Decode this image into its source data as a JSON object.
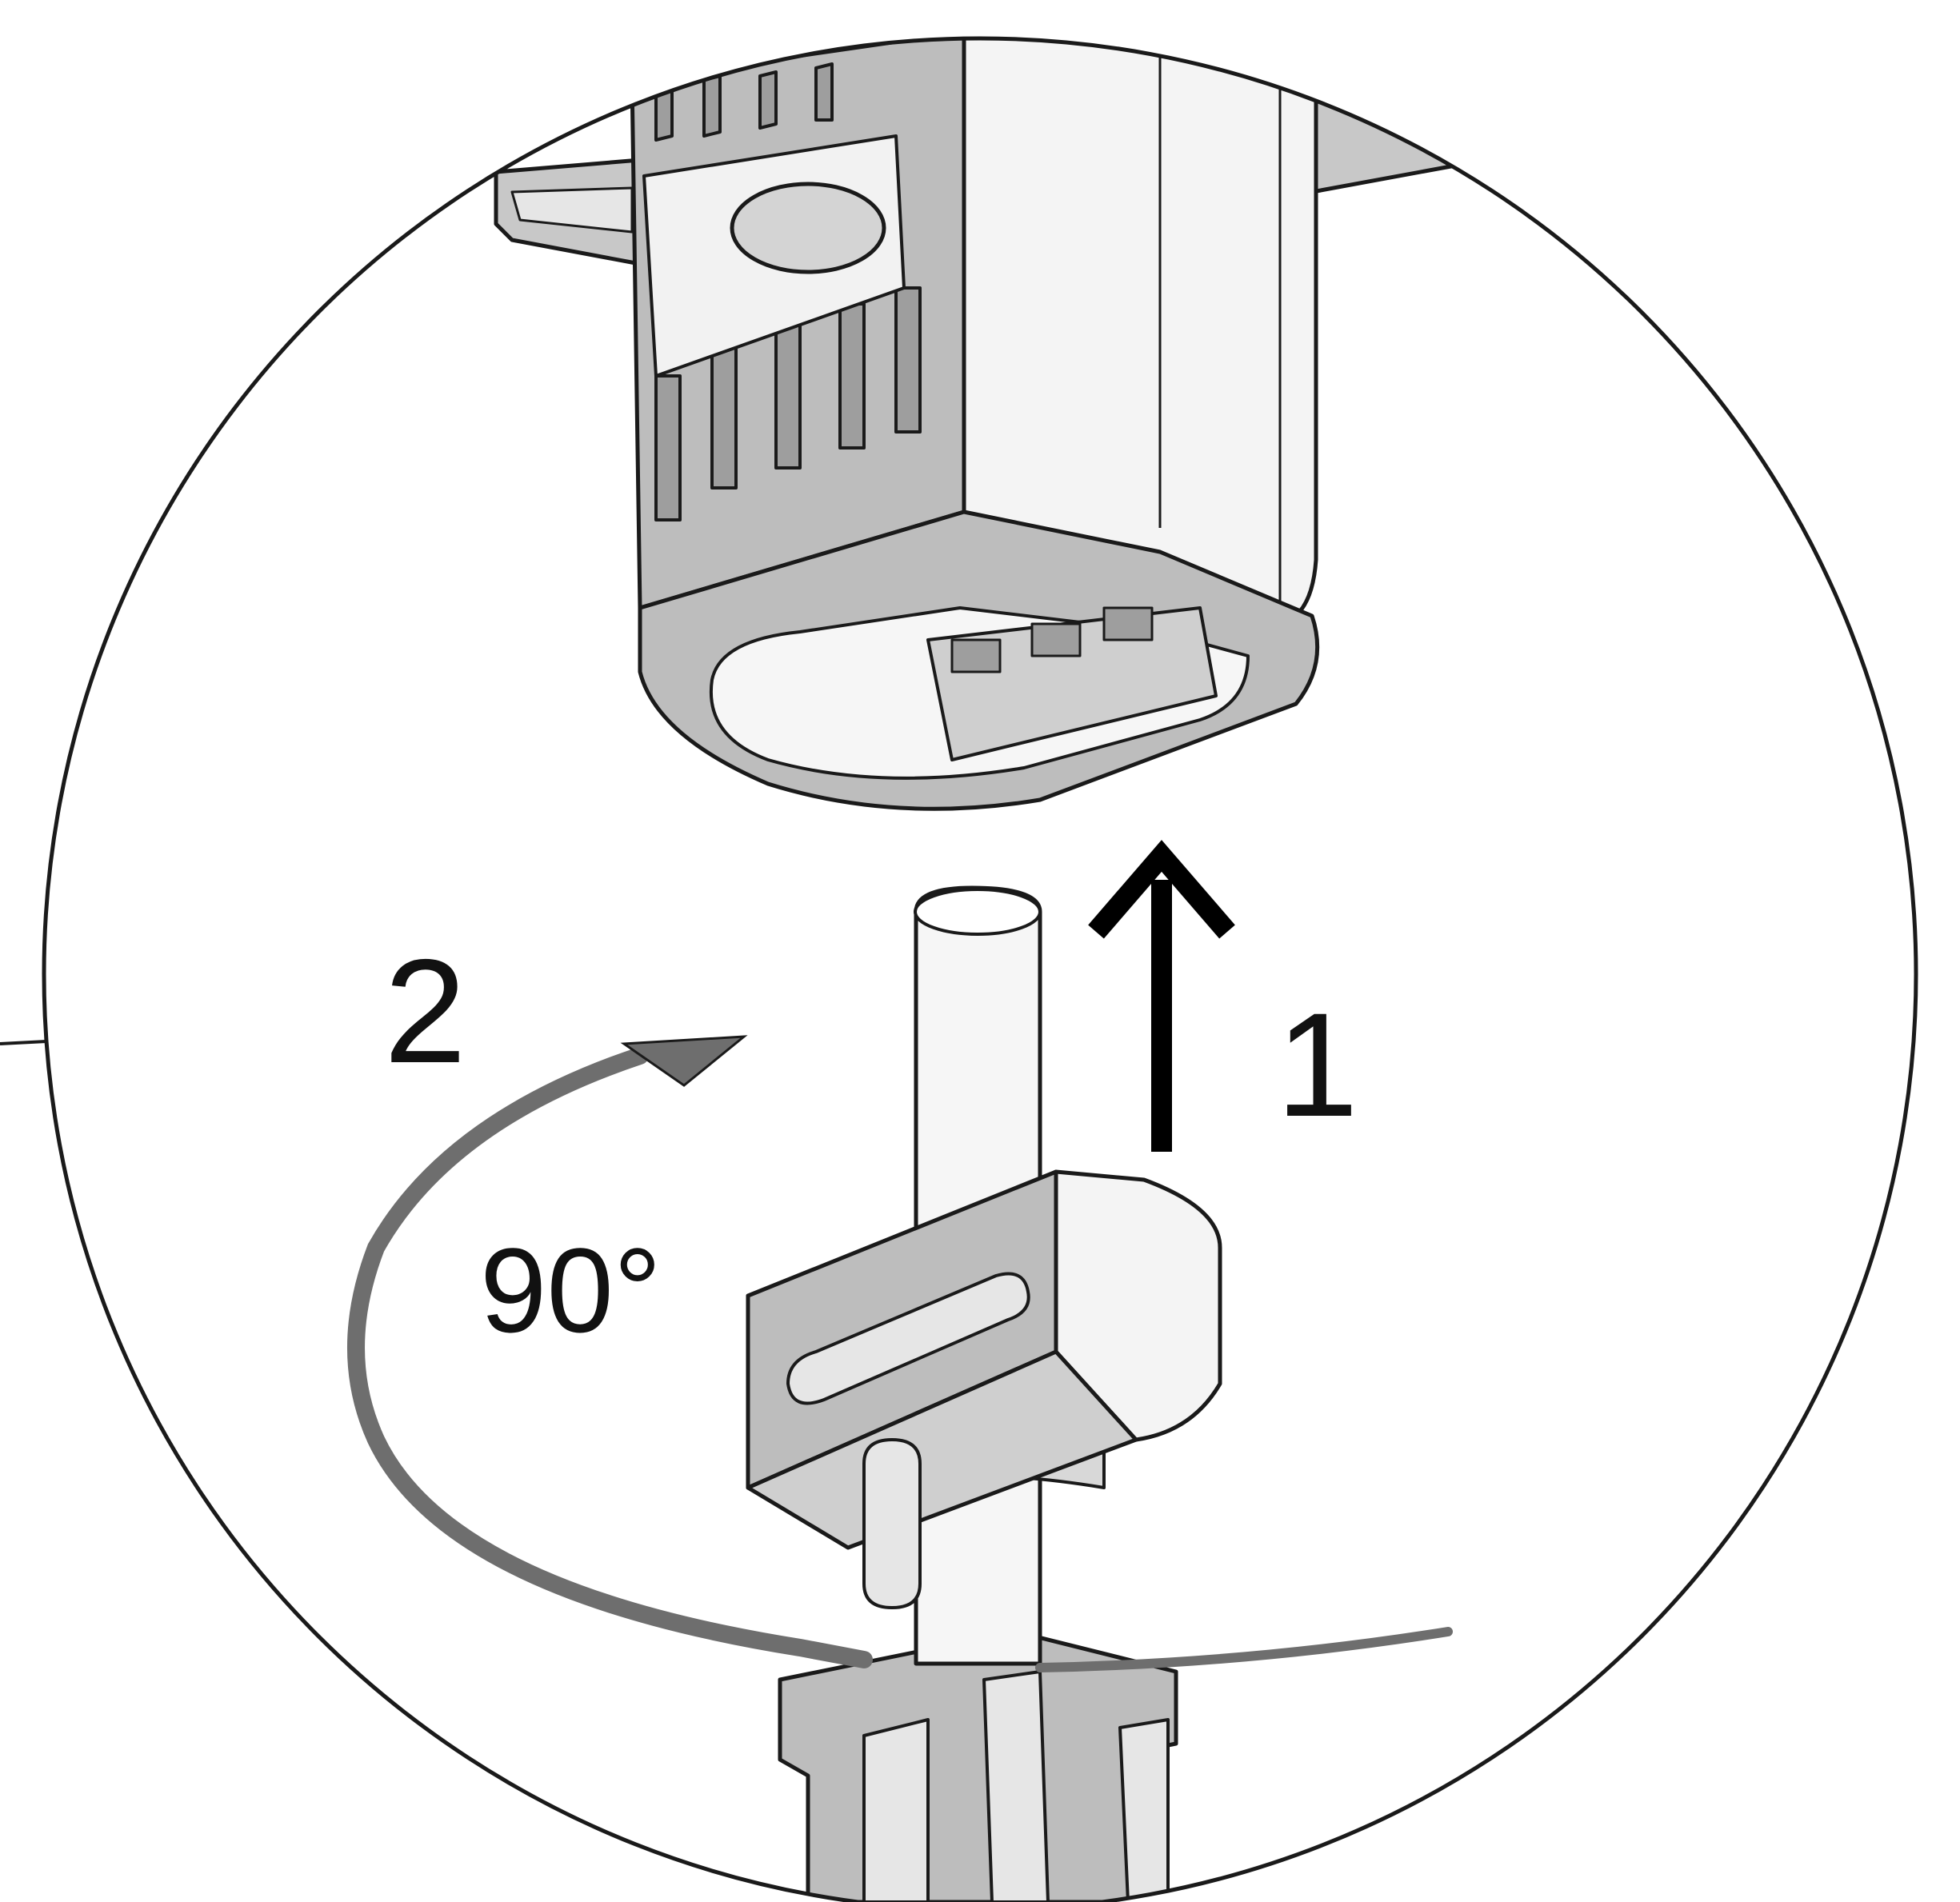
{
  "figure": {
    "step_1_label": "1",
    "step_2_label": "2",
    "rotation_label": "90°"
  },
  "colors": {
    "outline": "#1a1a1a",
    "part_fill": "#bdbdbd",
    "part_light": "#e6e6e6",
    "part_dark": "#9e9e9e",
    "arrow_black": "#000000",
    "arrow_gray": "#6e6e6e",
    "background": "#ffffff"
  },
  "icons": {
    "arrow_up": "arrow-up-icon",
    "rotate_arrow": "curved-rotate-arrow-icon"
  }
}
